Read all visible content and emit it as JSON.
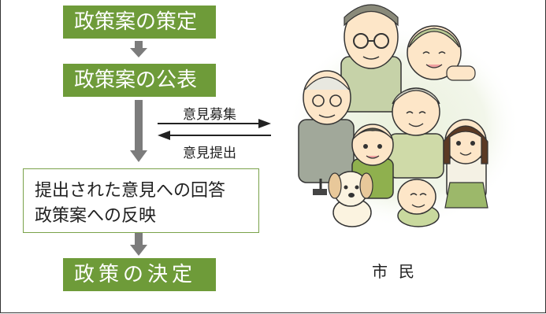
{
  "flow": {
    "step1": "政策案の策定",
    "step2": "政策案の公表",
    "step3_line1": "提出された意見への回答",
    "step3_line2": "政策案への反映",
    "step4": "政策の決定"
  },
  "exchange": {
    "to_citizens": "意見募集",
    "from_citizens": "意見提出"
  },
  "citizens_label": "市民",
  "colors": {
    "step_green": "#6e9b39",
    "arrow_gray": "#7c7c7c",
    "box_border": "#7aa24a"
  }
}
